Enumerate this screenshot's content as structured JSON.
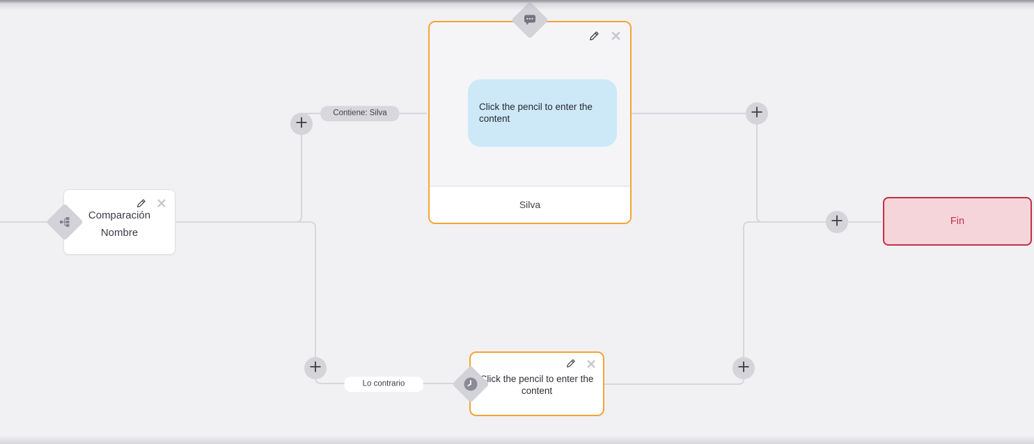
{
  "canvas": {
    "colors": {
      "background": "#f1f1f4",
      "connector": "#d6d6db",
      "node_accent_orange": "#f5a331",
      "end_border_red": "#c22e45",
      "end_fill_pink": "#f6d5da",
      "bubble_blue": "#cde9f8",
      "badge_gray": "#d2d2d8"
    }
  },
  "nodes": {
    "condition": {
      "line1": "Comparación",
      "line2": "Nombre",
      "type_icon": "branch-icon"
    },
    "message": {
      "bubble": "Click the pencil to enter the content",
      "footer": "Silva",
      "type_icon": "chat-icon"
    },
    "wait": {
      "text": "Click the pencil to enter the content",
      "type_icon": "clock-icon"
    },
    "end": {
      "label": "Fin"
    }
  },
  "edge_labels": {
    "contains": "Contiene: Silva",
    "otherwise": "Lo contrario"
  },
  "icons": [
    "pencil-icon",
    "close-icon",
    "plus-icon",
    "branch-icon",
    "chat-icon",
    "clock-icon"
  ]
}
